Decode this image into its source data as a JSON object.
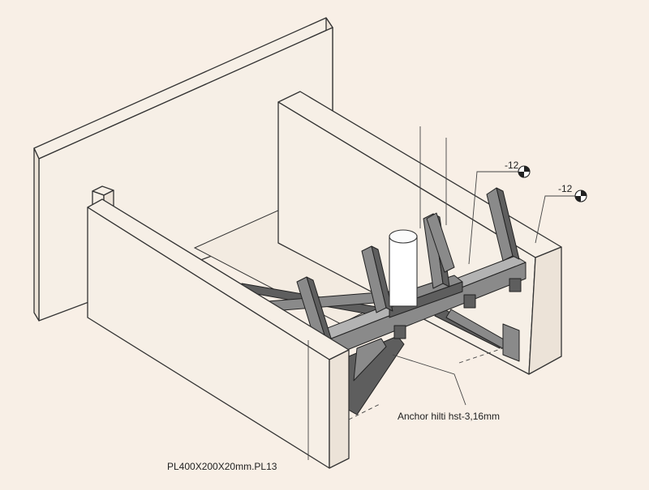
{
  "annotations": {
    "anchor_label": "Anchor hilti hst-3,16mm",
    "plate_label": "PL400X200X20mm.PL13",
    "level_1": "-12",
    "level_2": "-12"
  },
  "colors": {
    "background": "#f8efe6",
    "concrete": "#f6efe6",
    "steel": "#8a8a8a",
    "line": "#333333"
  }
}
